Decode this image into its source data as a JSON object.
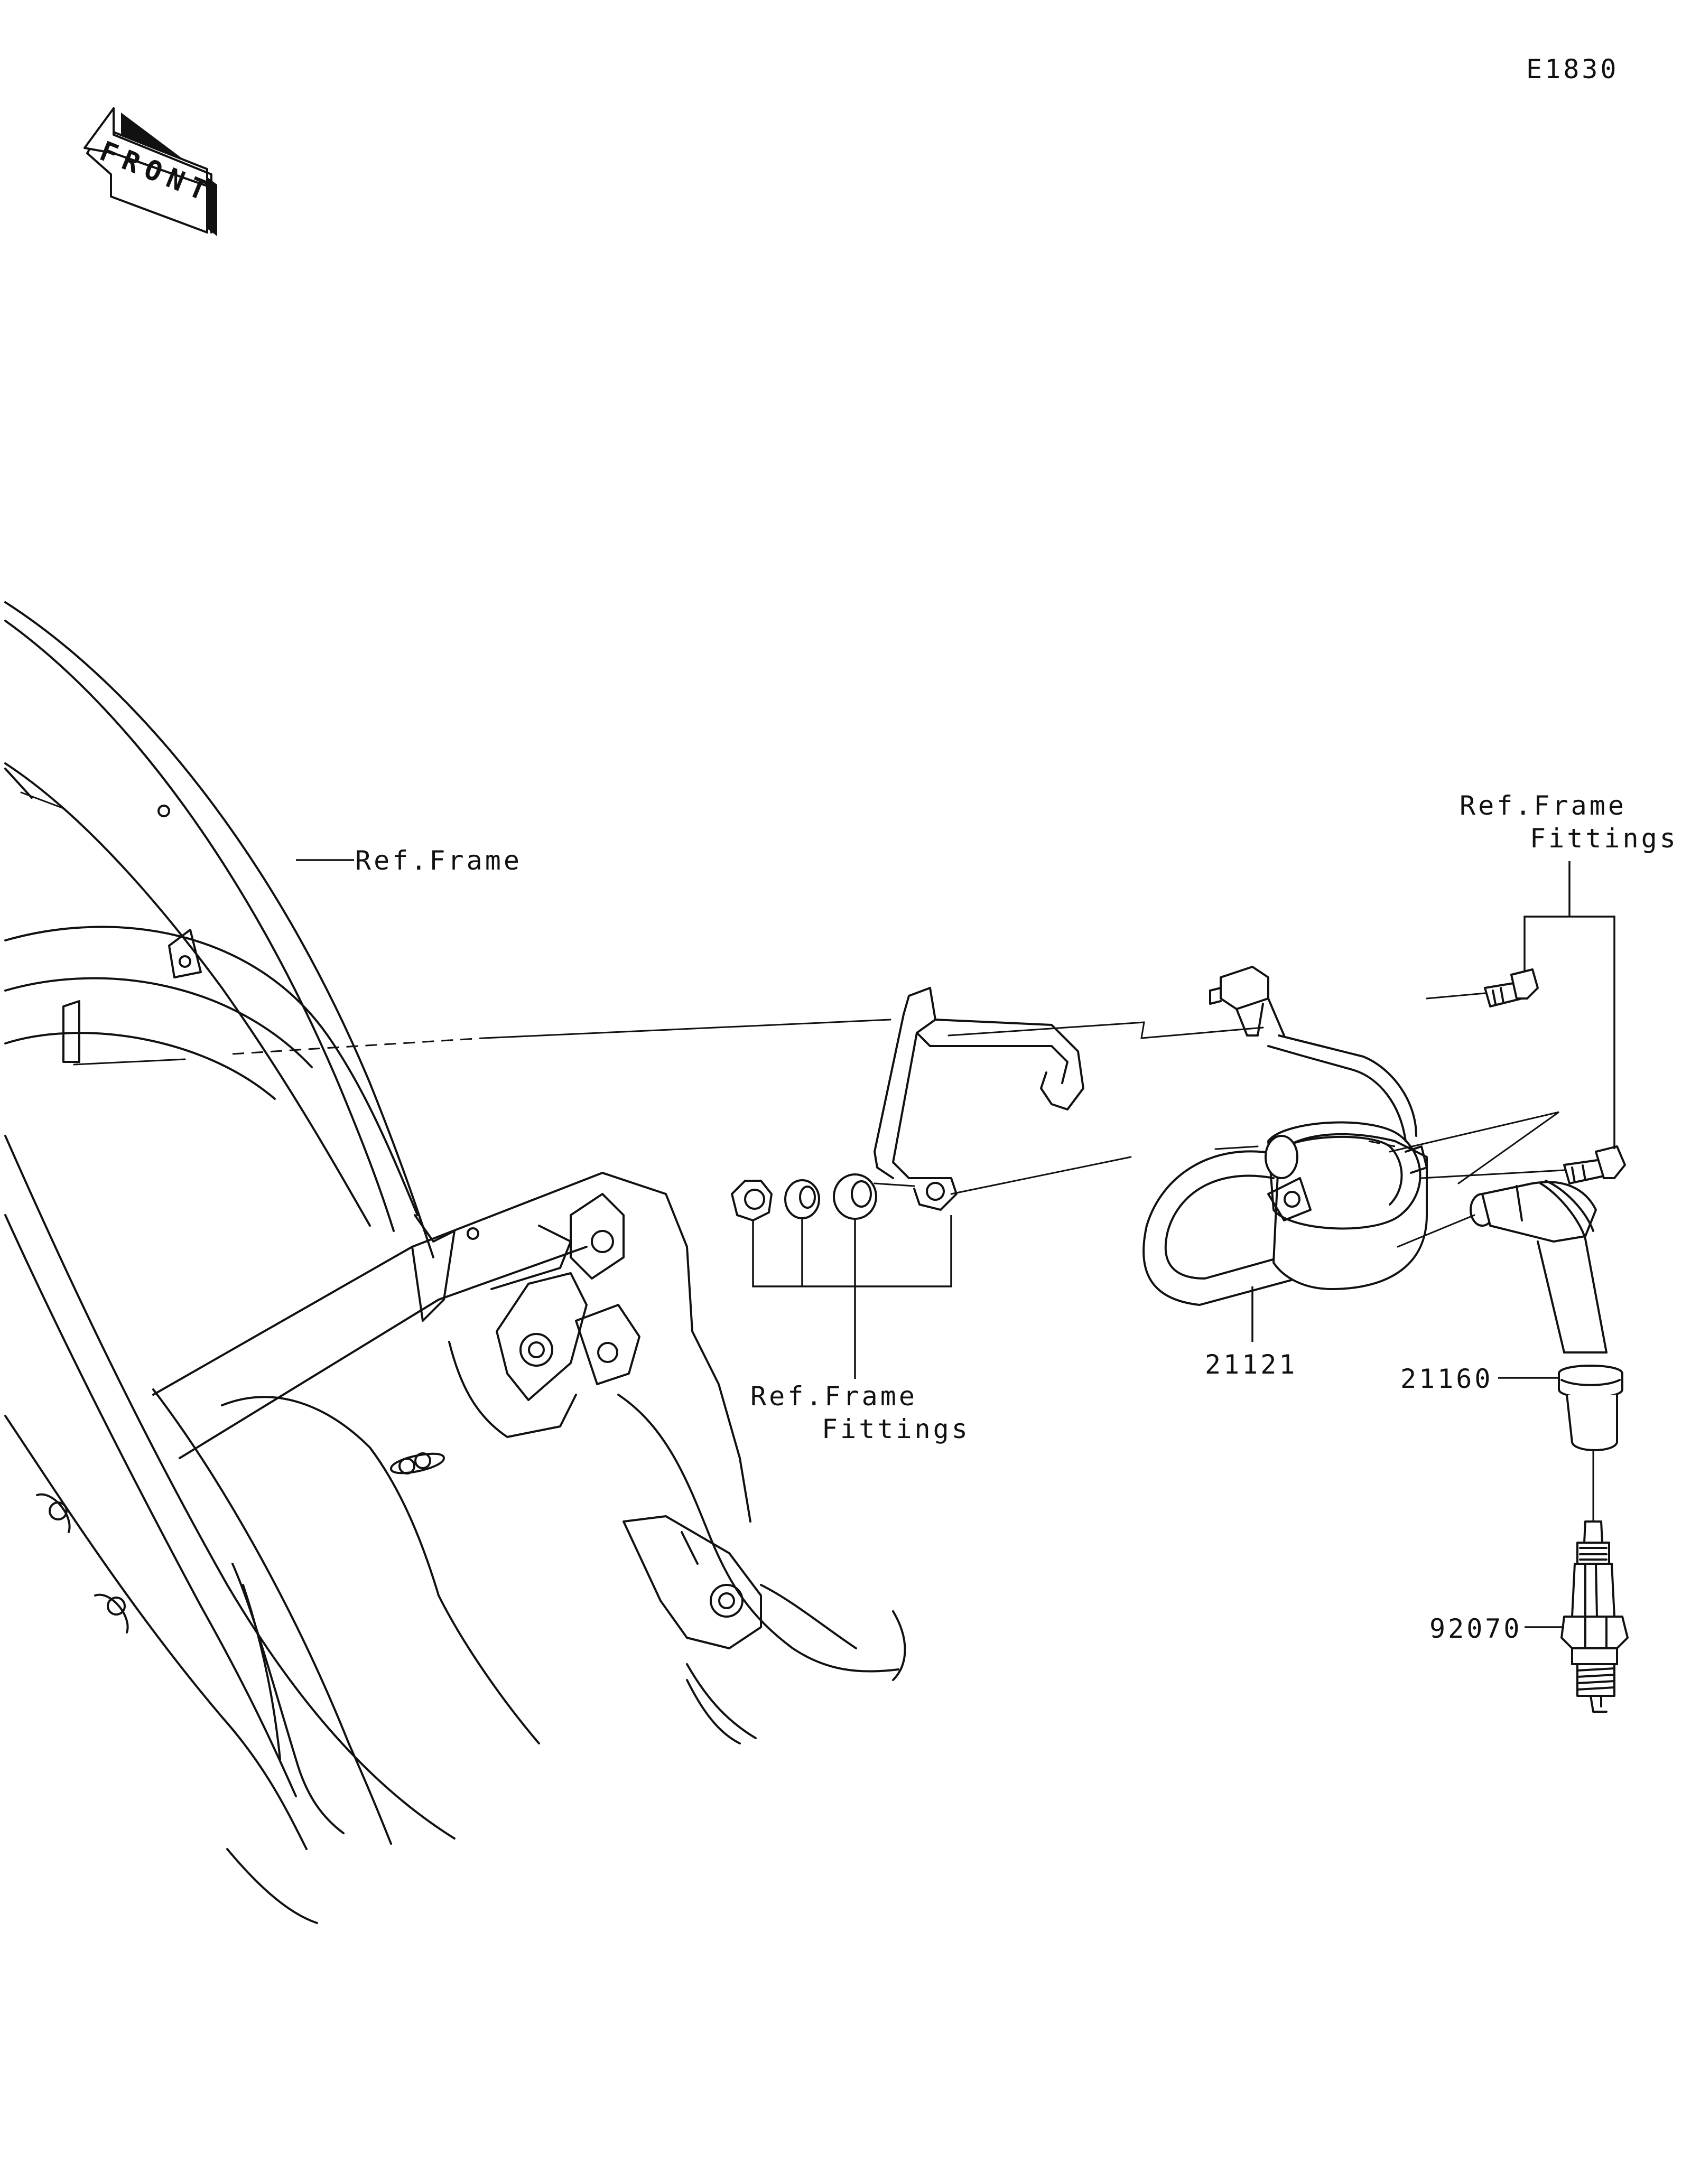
{
  "diagram_code": "E1830",
  "front_arrow": {
    "label": "FRONT",
    "icon": "front-direction-arrow-icon"
  },
  "callouts": {
    "ref_frame": "Ref.Frame",
    "ref_frame_fittings_bottom": {
      "line1": "Ref.Frame",
      "line2": "Fittings"
    },
    "ref_frame_fittings_right": {
      "line1": "Ref.Frame",
      "line2": "Fittings"
    }
  },
  "parts": [
    {
      "number": "21121",
      "part": "ignition-coil"
    },
    {
      "number": "21160",
      "part": "spark-plug-cap"
    },
    {
      "number": "92070",
      "part": "spark-plug"
    }
  ]
}
